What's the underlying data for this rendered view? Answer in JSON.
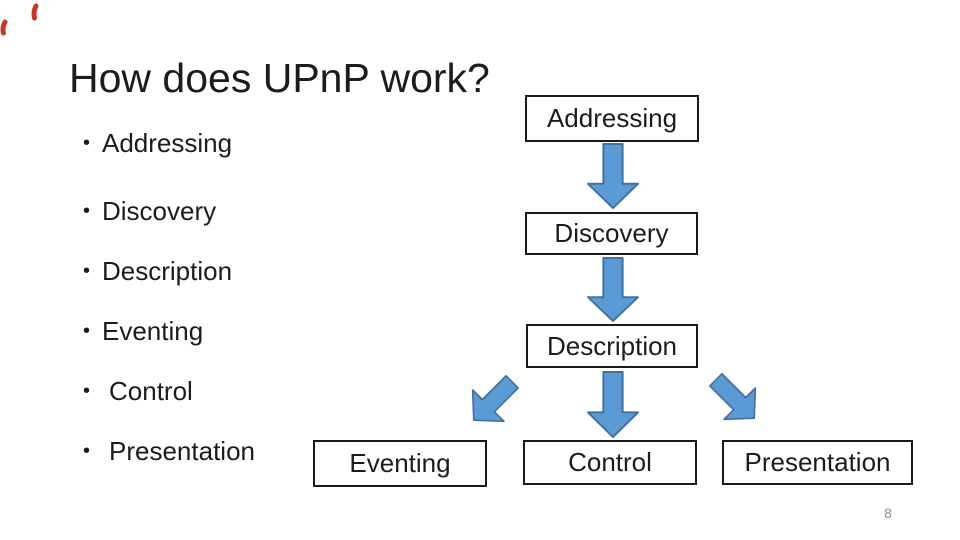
{
  "colors": {
    "arrow-fill": "#5b9bd5",
    "arrow-stroke": "#41719c",
    "box-border": "#1a1a1a",
    "text": "#1c1c1c",
    "page-number": "#8c8c8c",
    "corner-mark": "#c2392b",
    "background": "#ffffff"
  },
  "slide": {
    "title": "How does UPnP work?",
    "page_number": "8"
  },
  "bullet_list": {
    "marker": "•",
    "items": [
      "Addressing",
      "Discovery",
      "Description",
      "Eventing",
      "Control",
      "Presentation"
    ]
  },
  "flowchart": {
    "boxes": [
      {
        "id": "addressing",
        "label": "Addressing"
      },
      {
        "id": "discovery",
        "label": "Discovery"
      },
      {
        "id": "description",
        "label": "Description"
      },
      {
        "id": "eventing",
        "label": "Eventing"
      },
      {
        "id": "control",
        "label": "Control"
      },
      {
        "id": "presentation",
        "label": "Presentation"
      }
    ],
    "arrows": [
      {
        "from": "Addressing",
        "to": "Discovery",
        "direction": "down"
      },
      {
        "from": "Discovery",
        "to": "Description",
        "direction": "down"
      },
      {
        "from": "Description",
        "to": "Eventing",
        "direction": "down-left"
      },
      {
        "from": "Description",
        "to": "Control",
        "direction": "down"
      },
      {
        "from": "Description",
        "to": "Presentation",
        "direction": "down-right"
      }
    ]
  }
}
